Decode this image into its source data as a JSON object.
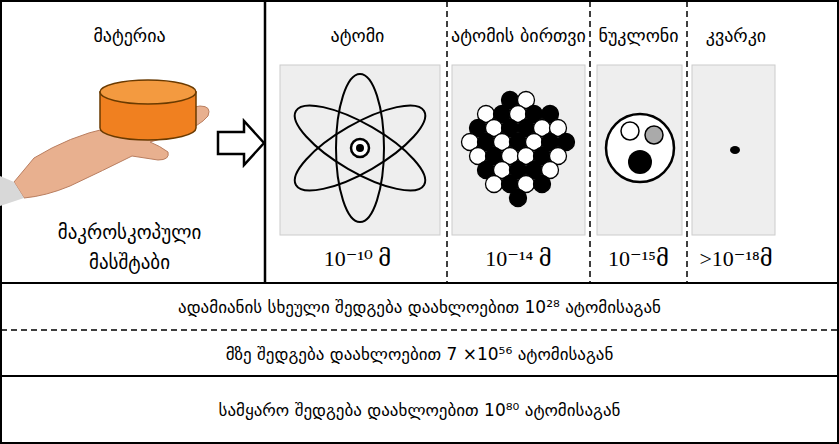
{
  "diagram": {
    "nodes": [
      {
        "text": [
          "მატერია",
          "მაკროსკოპული მასშტაბი"
        ]
      },
      {
        "text": [
          "ატომი",
          "10⁻¹⁰ მ"
        ]
      },
      {
        "text": [
          "ატომის ბირთვი",
          "10⁻¹⁴ მ"
        ]
      },
      {
        "text": [
          "ნუკლონი",
          "10⁻¹⁵მ"
        ]
      },
      {
        "text": [
          "კვარკი",
          ">10⁻¹⁸მ"
        ]
      },
      {
        "text": [
          "ადამიანის სხეული შედგება დაახლოებით 10²⁸ ატომისაგან"
        ]
      },
      {
        "text": [
          "მზე შედგება დაახლოებით 7 ×10⁵⁶ ატომისაგან"
        ]
      },
      {
        "text": [
          "სამყარო შედგება დაახლოებით 10⁸⁰ ატომისაგან"
        ]
      }
    ],
    "edges": [
      {
        "from": 0,
        "to": 1,
        "arrow": "to"
      }
    ]
  }
}
